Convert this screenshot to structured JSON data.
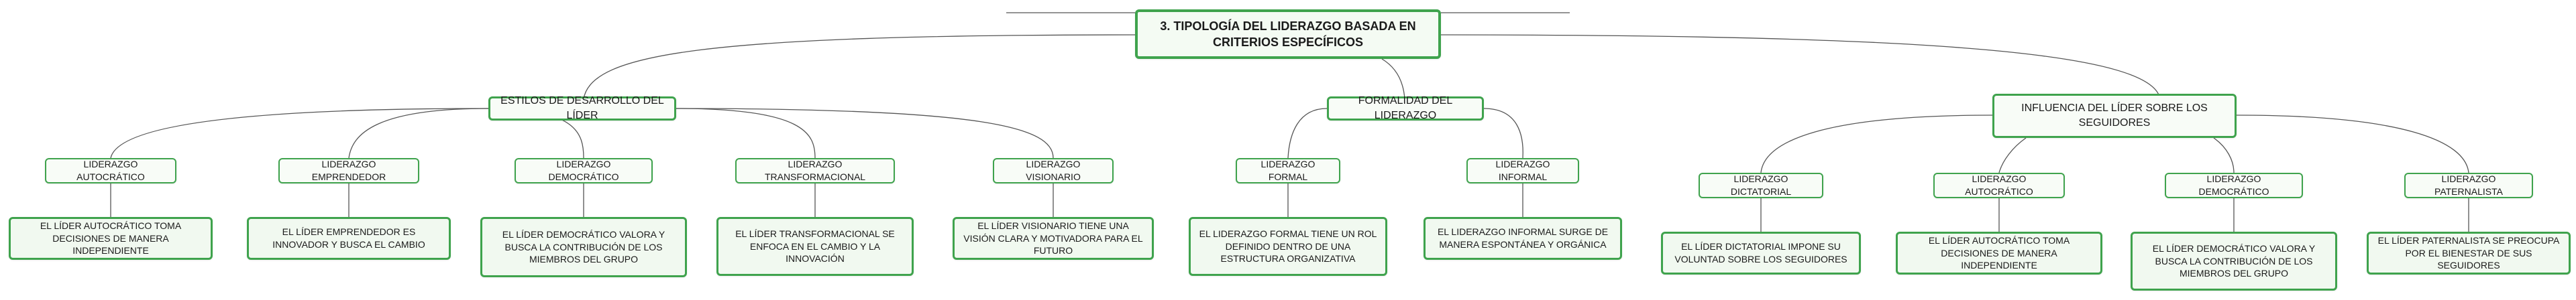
{
  "root": {
    "title": "3. TIPOLOGÍA DEL LIDERAZGO BASADA EN CRITERIOS ESPECÍFICOS"
  },
  "branches": [
    {
      "label": "ESTILOS DE DESARROLLO DEL LÍDER",
      "topics": [
        {
          "label": "LIDERAZGO AUTOCRÁTICO",
          "detail": "EL LÍDER AUTOCRÁTICO TOMA DECISIONES DE MANERA INDEPENDIENTE"
        },
        {
          "label": "LIDERAZGO EMPRENDEDOR",
          "detail": "EL LÍDER EMPRENDEDOR ES INNOVADOR Y BUSCA EL CAMBIO"
        },
        {
          "label": "LIDERAZGO DEMOCRÁTICO",
          "detail": "EL LÍDER DEMOCRÁTICO VALORA Y BUSCA LA CONTRIBUCIÓN DE LOS MIEMBROS DEL GRUPO"
        },
        {
          "label": "LIDERAZGO TRANSFORMACIONAL",
          "detail": "EL LÍDER TRANSFORMACIONAL SE ENFOCA EN EL CAMBIO Y LA INNOVACIÓN"
        },
        {
          "label": "LIDERAZGO VISIONARIO",
          "detail": "EL LÍDER VISIONARIO TIENE UNA VISIÓN CLARA Y MOTIVADORA PARA EL FUTURO"
        }
      ]
    },
    {
      "label": "FORMALIDAD DEL LIDERAZGO",
      "topics": [
        {
          "label": "LIDERAZGO FORMAL",
          "detail": "EL LIDERAZGO FORMAL TIENE UN ROL DEFINIDO DENTRO DE UNA ESTRUCTURA ORGANIZATIVA"
        },
        {
          "label": "LIDERAZGO INFORMAL",
          "detail": "EL LIDERAZGO INFORMAL SURGE DE MANERA ESPONTÁNEA Y ORGÁNICA"
        }
      ]
    },
    {
      "label": "INFLUENCIA DEL LÍDER SOBRE LOS SEGUIDORES",
      "topics": [
        {
          "label": "LIDERAZGO DICTATORIAL",
          "detail": "EL LÍDER DICTATORIAL IMPONE SU VOLUNTAD SOBRE LOS SEGUIDORES"
        },
        {
          "label": "LIDERAZGO AUTOCRÁTICO",
          "detail": "EL LÍDER AUTOCRÁTICO TOMA DECISIONES DE MANERA INDEPENDIENTE"
        },
        {
          "label": "LIDERAZGO DEMOCRÁTICO",
          "detail": "EL LÍDER DEMOCRÁTICO VALORA Y BUSCA LA CONTRIBUCIÓN DE LOS MIEMBROS DEL GRUPO"
        },
        {
          "label": "LIDERAZGO PATERNALISTA",
          "detail": "EL LÍDER PATERNALISTA SE PREOCUPA POR EL BIENESTAR DE SUS SEGUIDORES"
        }
      ]
    }
  ]
}
